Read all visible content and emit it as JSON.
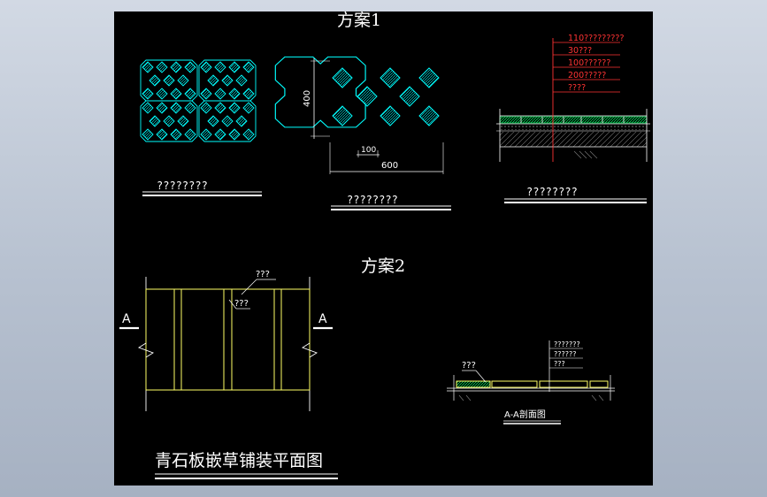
{
  "drawing": {
    "scheme1_title": "方案1",
    "scheme2_title": "方案2",
    "main_title": "青石板嵌草铺装平面图",
    "caption_left": "????????",
    "caption_mid": "????????",
    "caption_right": "????????",
    "dim_height": "400",
    "dim_width": "600",
    "dim_small": "100",
    "layers": [
      "110?????????",
      "30???",
      "100??????",
      "200?????",
      "????"
    ],
    "aa_label_left": "A",
    "aa_label_right": "A",
    "plan_callout_top": "???",
    "plan_callout_bottom": "???",
    "section_callout": "???",
    "section_layers": [
      "???????",
      "??????",
      "???"
    ],
    "section_caption": "A-A剖面图"
  },
  "colors": {
    "background": "#000000",
    "cyan": "#00ffff",
    "yellow": "#ffff66",
    "green": "#00ff66",
    "red": "#ff3333",
    "white": "#ffffff"
  }
}
